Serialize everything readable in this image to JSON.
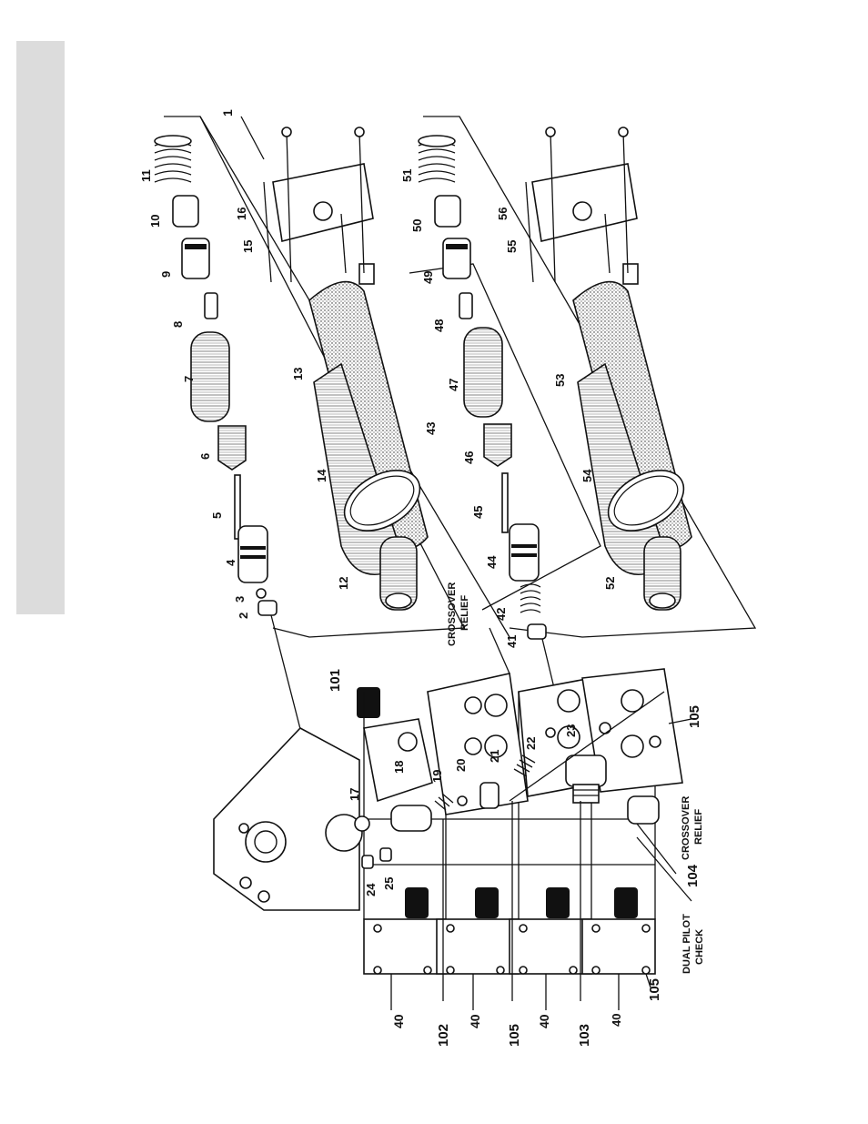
{
  "figure": {
    "part_numbers_top": [
      "1",
      "2",
      "3",
      "4",
      "5",
      "6",
      "7",
      "8",
      "9",
      "10",
      "11",
      "12",
      "13",
      "14",
      "15",
      "16",
      "17",
      "18",
      "19",
      "20",
      "21",
      "22",
      "23",
      "24",
      "25"
    ],
    "part_numbers_mid": [
      "40",
      "41",
      "42",
      "43",
      "44",
      "45",
      "46",
      "47",
      "48",
      "49",
      "50",
      "51",
      "52",
      "53",
      "54",
      "55",
      "56"
    ],
    "part_numbers_body": [
      "101",
      "102",
      "103",
      "104",
      "105"
    ],
    "labels": {
      "p1": "1",
      "p2": "2",
      "p3": "3",
      "p4": "4",
      "p5": "5",
      "p6": "6",
      "p7": "7",
      "p8": "8",
      "p9": "9",
      "p10": "10",
      "p11": "11",
      "p12": "12",
      "p13": "13",
      "p14": "14",
      "p15": "15",
      "p16": "16",
      "p17": "17",
      "p18": "18",
      "p19": "19",
      "p20": "20",
      "p21": "21",
      "p22": "22",
      "p23": "23",
      "p24": "24",
      "p25": "25",
      "p40": "40",
      "p41": "41",
      "p42": "42",
      "p43": "43",
      "p44": "44",
      "p45": "45",
      "p46": "46",
      "p47": "47",
      "p48": "48",
      "p49": "49",
      "p50": "50",
      "p51": "51",
      "p52": "52",
      "p53": "53",
      "p54": "54",
      "p55": "55",
      "p56": "56",
      "p101": "101",
      "p102": "102",
      "p103": "103",
      "p104": "104",
      "p105": "105"
    },
    "captions": {
      "crossover_relief_1a": "CROSSOVER",
      "crossover_relief_1b": "RELIEF",
      "crossover_relief_2a": "CROSSOVER",
      "crossover_relief_2b": "RELIEF",
      "dual_pilot_a": "DUAL PILOT",
      "dual_pilot_b": "CHECK"
    }
  }
}
